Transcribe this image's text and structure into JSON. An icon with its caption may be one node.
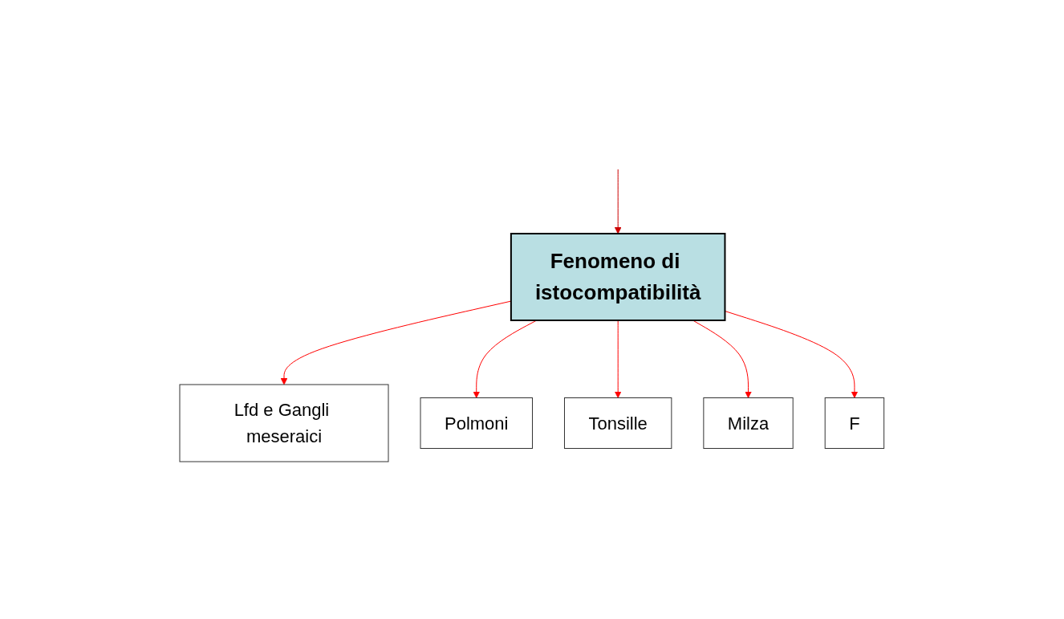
{
  "diagram": {
    "nodes": [
      {
        "text": [
          "Fenomeno di istocompatibilità"
        ]
      },
      {
        "text": [
          "Lfd e Gangli meseraici"
        ]
      },
      {
        "text": [
          "Polmoni"
        ]
      },
      {
        "text": [
          "Tonsille"
        ]
      },
      {
        "text": [
          "Milza"
        ]
      },
      {
        "text": [
          "F"
        ]
      }
    ],
    "edges": [
      {
        "from": null,
        "to": 0,
        "arrow": "to",
        "color": "#cc0000"
      },
      {
        "from": 0,
        "to": 1,
        "arrow": "to",
        "color": "#ff0000"
      },
      {
        "from": 0,
        "to": 2,
        "arrow": "to",
        "color": "#ff0000"
      },
      {
        "from": 0,
        "to": 3,
        "arrow": "to",
        "color": "#ff0000"
      },
      {
        "from": 0,
        "to": 4,
        "arrow": "to",
        "color": "#ff0000"
      },
      {
        "from": 0,
        "to": 5,
        "arrow": "to",
        "color": "#ff0000"
      }
    ]
  }
}
